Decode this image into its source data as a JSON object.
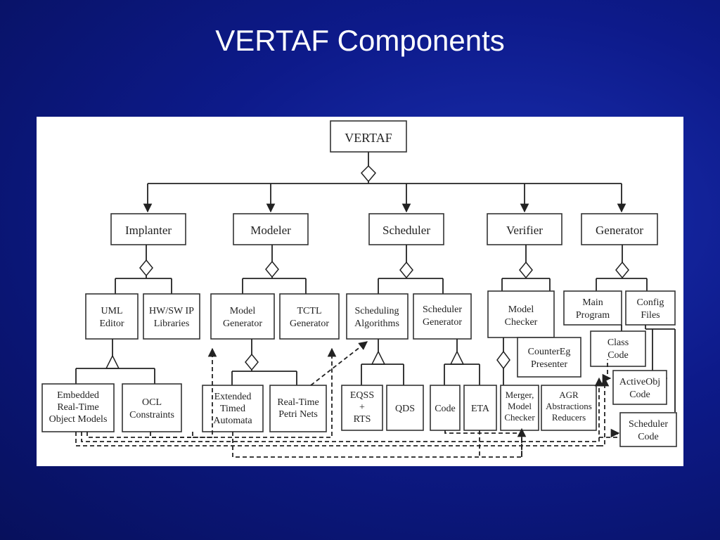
{
  "slide": {
    "title": "VERTAF Components"
  },
  "diagram": {
    "root": "VERTAF",
    "level1": {
      "implanter": "Implanter",
      "modeler": "Modeler",
      "scheduler": "Scheduler",
      "verifier": "Verifier",
      "generator": "Generator"
    },
    "uml_editor": [
      "UML",
      "Editor"
    ],
    "hwsw_ip": [
      "HW/SW IP",
      "Libraries"
    ],
    "model_generator": [
      "Model",
      "Generator"
    ],
    "tctl_generator": [
      "TCTL",
      "Generator"
    ],
    "scheduling_algorithms": [
      "Scheduling",
      "Algorithms"
    ],
    "scheduler_generator": [
      "Scheduler",
      "Generator"
    ],
    "model_checker": [
      "Model",
      "Checker"
    ],
    "countereg_presenter": [
      "CounterEg",
      "Presenter"
    ],
    "main_program": [
      "Main",
      "Program"
    ],
    "config_files": [
      "Config",
      "Files"
    ],
    "class_code": [
      "Class",
      "Code"
    ],
    "activeobj_code": [
      "ActiveObj",
      "Code"
    ],
    "scheduler_code": [
      "Scheduler",
      "Code"
    ],
    "embedded_models": [
      "Embedded",
      "Real-Time",
      "Object Models"
    ],
    "ocl_constraints": [
      "OCL",
      "Constraints"
    ],
    "extended_timed_automata": [
      "Extended",
      "Timed",
      "Automata"
    ],
    "realtime_petri_nets": [
      "Real-Time",
      "Petri Nets"
    ],
    "eqss_rts": [
      "EQSS",
      "+",
      "RTS"
    ],
    "qds": "QDS",
    "code": "Code",
    "eta": "ETA",
    "merger_model_checker": [
      "Merger,",
      "Model",
      "Checker"
    ],
    "agr_reducers": [
      "AGR",
      "Abstractions",
      "Reducers"
    ]
  }
}
